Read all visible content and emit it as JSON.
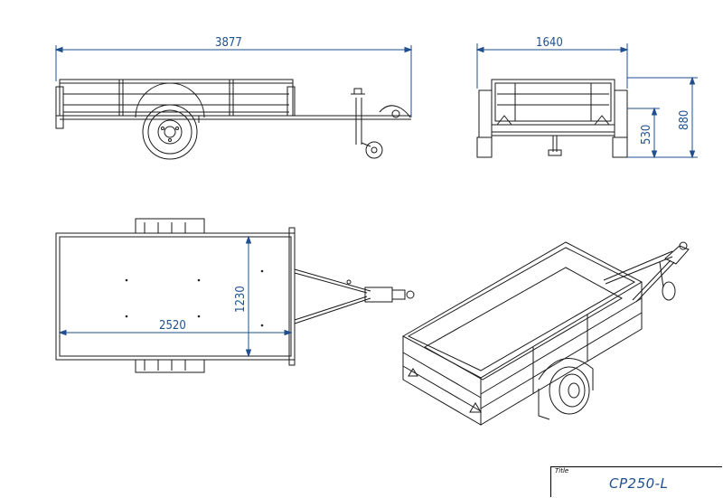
{
  "side_view": {
    "length_dim": "3877"
  },
  "rear_view": {
    "width_dim": "1640",
    "height_dim": "880",
    "deck_height_dim": "530"
  },
  "top_view": {
    "inner_length_dim": "2520",
    "inner_width_dim": "1230"
  },
  "title_block": {
    "label": "Title",
    "model": "CP250-L"
  },
  "colors": {
    "line": "#1a1a1a",
    "dimension": "#1f4f8f"
  }
}
